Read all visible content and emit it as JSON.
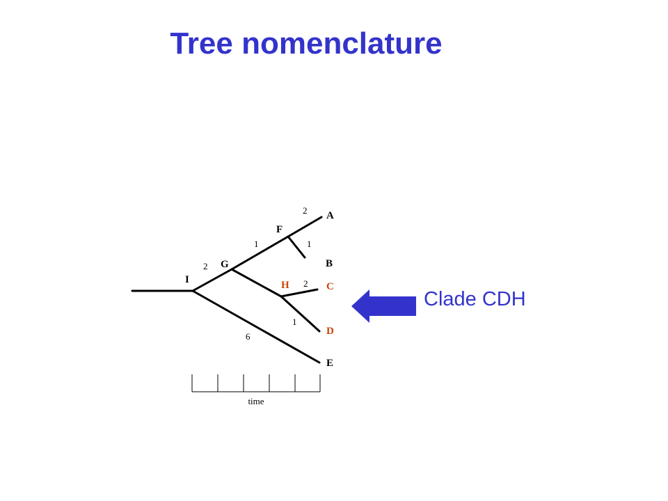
{
  "slide": {
    "title": "Tree nomenclature"
  },
  "tree": {
    "nodes": {
      "A": "A",
      "B": "B",
      "C": "C",
      "D": "D",
      "E": "E",
      "F": "F",
      "G": "G",
      "H": "H",
      "I": "I"
    },
    "branch_lengths": {
      "F_A": "2",
      "F_B": "1",
      "G_F": "1",
      "I_G": "2",
      "H_C": "2",
      "H_D": "1",
      "I_E": "6"
    },
    "time_axis_label": "time",
    "highlighted_clade": [
      "C",
      "D",
      "H"
    ]
  },
  "callout": {
    "label": "Clade CDH"
  },
  "colors": {
    "title": "#3333cc",
    "arrow": "#3333cc",
    "highlight": "#cc4400",
    "default": "#000000"
  }
}
